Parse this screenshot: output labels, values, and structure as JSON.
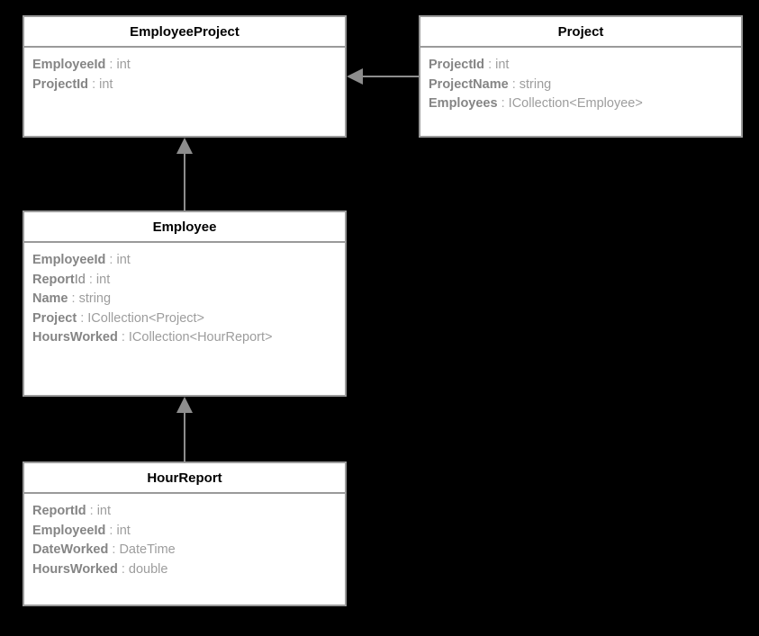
{
  "diagram": {
    "type": "uml-class-diagram",
    "background_color": "#000000",
    "box_fill": "#ffffff",
    "border_color": "#9a9a9a",
    "title_color": "#000000",
    "attribute_name_color": "#858585",
    "attribute_type_color": "#9d9d9d",
    "connector_color": "#8d8d8d",
    "classes": [
      {
        "id": "employeeproject",
        "name": "EmployeeProject",
        "attributes": [
          {
            "name": "EmployeeId",
            "sep": ":",
            "type": "int"
          },
          {
            "name": "ProjectId",
            "sep": ":",
            "type": "int"
          }
        ]
      },
      {
        "id": "project",
        "name": "Project",
        "attributes": [
          {
            "name": "ProjectId",
            "sep": ":",
            "type": "int"
          },
          {
            "name": "ProjectName",
            "sep": ":",
            "type": "string"
          },
          {
            "name": "Employees",
            "sep": ":",
            "type": "ICollection<Employee>"
          }
        ]
      },
      {
        "id": "employee",
        "name": "Employee",
        "attributes": [
          {
            "name": "EmployeeId",
            "sep": ":",
            "type": "int"
          },
          {
            "name": "Report",
            "name_suffix": "Id",
            "sep": ":",
            "type": "int"
          },
          {
            "name": "Name",
            "sep": ":",
            "type": "string"
          },
          {
            "name": "Project",
            "sep": ":",
            "type": "ICollection<Project>"
          },
          {
            "name": "HoursWorked",
            "sep": ":",
            "type": "ICollection<HourReport>"
          }
        ]
      },
      {
        "id": "hourreport",
        "name": "HourReport",
        "attributes": [
          {
            "name": "ReportId",
            "sep": ":",
            "type": "int"
          },
          {
            "name": "EmployeeId",
            "sep": ":",
            "type": "int"
          },
          {
            "name": "DateWorked",
            "sep": ":",
            "type": "DateTime"
          },
          {
            "name": "HoursWorked",
            "sep": ":",
            "type": "double"
          }
        ]
      }
    ],
    "connectors": [
      {
        "id": "employee-to-employeeproject",
        "from": "Employee",
        "to": "EmployeeProject",
        "arrow": "triangle-up"
      },
      {
        "id": "hourreport-to-employee",
        "from": "HourReport",
        "to": "Employee",
        "arrow": "triangle-up"
      },
      {
        "id": "project-to-employeeproject",
        "from": "Project",
        "to": "EmployeeProject",
        "arrow": "triangle-left"
      }
    ]
  }
}
